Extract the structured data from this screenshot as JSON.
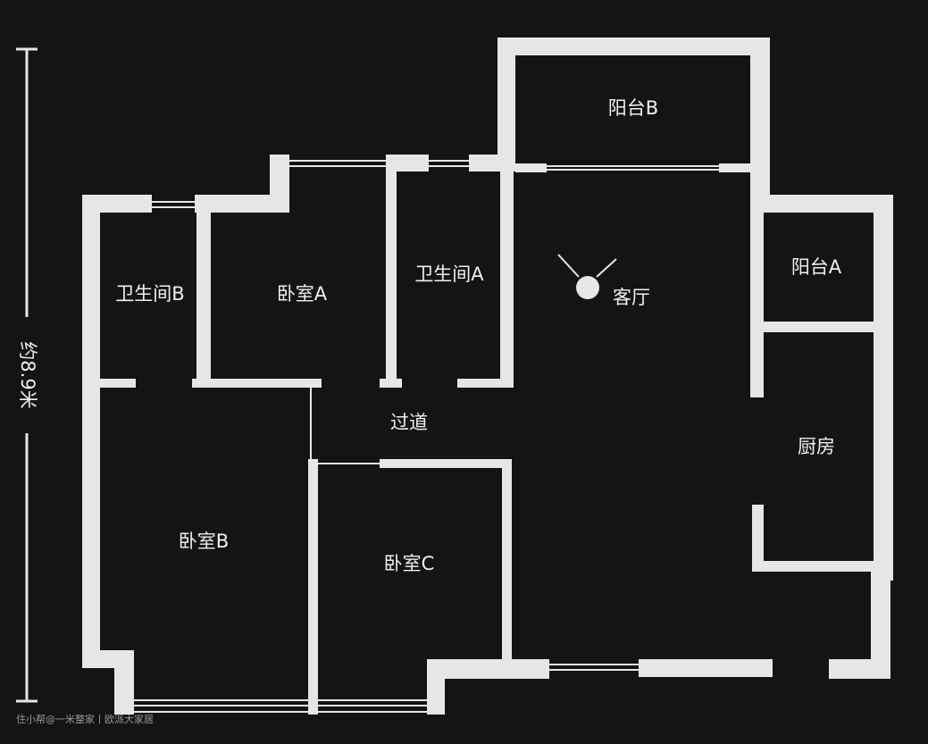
{
  "title": "户型图",
  "dimension": {
    "label": "约8.9米"
  },
  "rooms": {
    "balcony_b": "阳台B",
    "bathroom_b": "卫生间B",
    "bedroom_a": "卧室A",
    "bathroom_a": "卫生间A",
    "living_room": "客厅",
    "balcony_a": "阳台A",
    "corridor": "过道",
    "kitchen": "厨房",
    "bedroom_b": "卧室B",
    "bedroom_c": "卧室C"
  },
  "watermark": "住小帮@一米整家丨欧派大家居",
  "colors": {
    "background": "#141414",
    "wall": "#e6e6e6"
  }
}
